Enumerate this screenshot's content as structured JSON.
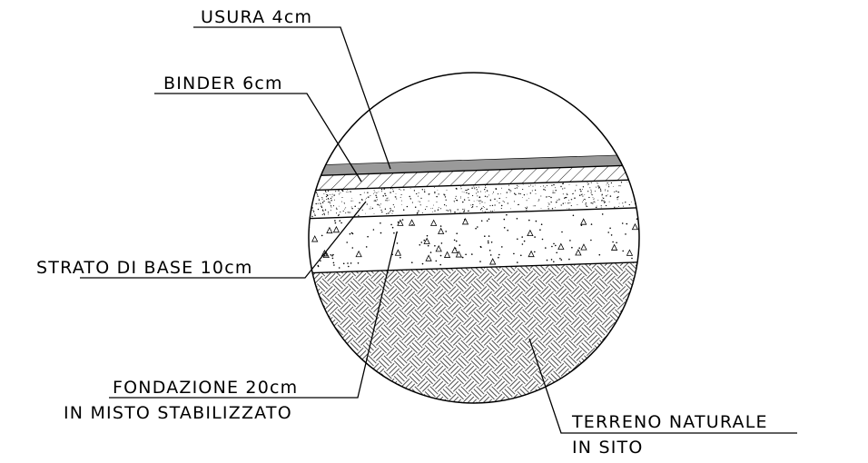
{
  "labels": {
    "usura": "USURA  4cm",
    "binder": "BINDER  6cm",
    "strato_base": "STRATO  DI  BASE  10cm",
    "fondazione_line1": "FONDAZIONE  20cm",
    "fondazione_line2": "IN  MISTO  STABILIZZATO",
    "terreno_line1": "TERRENO  NATURALE",
    "terreno_line2": "IN  SITO"
  },
  "colors": {
    "ink": "#000000",
    "usura_fill": "#9a9a9a",
    "background": "#ffffff"
  }
}
